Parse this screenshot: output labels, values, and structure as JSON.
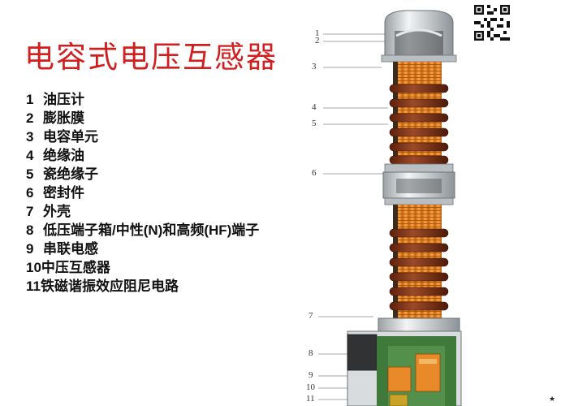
{
  "title": "电容式电压互感器",
  "legend": [
    {
      "num": "1",
      "label": "油压计"
    },
    {
      "num": "2",
      "label": "膨胀膜"
    },
    {
      "num": "3",
      "label": "电容单元"
    },
    {
      "num": "4",
      "label": "绝缘油"
    },
    {
      "num": "5",
      "label": "瓷绝缘子"
    },
    {
      "num": "6",
      "label": "密封件"
    },
    {
      "num": "7",
      "label": "外壳"
    },
    {
      "num": "8",
      "label": "低压端子箱/中性(N)和高频(HF)端子"
    },
    {
      "num": "9",
      "label": "串联电感"
    },
    {
      "num": "10",
      "label": "中压互感器"
    },
    {
      "num": "11",
      "label": "铁磁谐振效应阻尼电路"
    }
  ],
  "callouts": [
    "1",
    "2",
    "3",
    "4",
    "5",
    "6",
    "7",
    "8",
    "9",
    "10",
    "11"
  ],
  "star": "★",
  "colors": {
    "title": "#d11f1f",
    "porcelain": "#7a2e14",
    "capacitor": "#e8892a",
    "housing_green": "#3f7a3a",
    "metal": "#cfd3d6"
  }
}
